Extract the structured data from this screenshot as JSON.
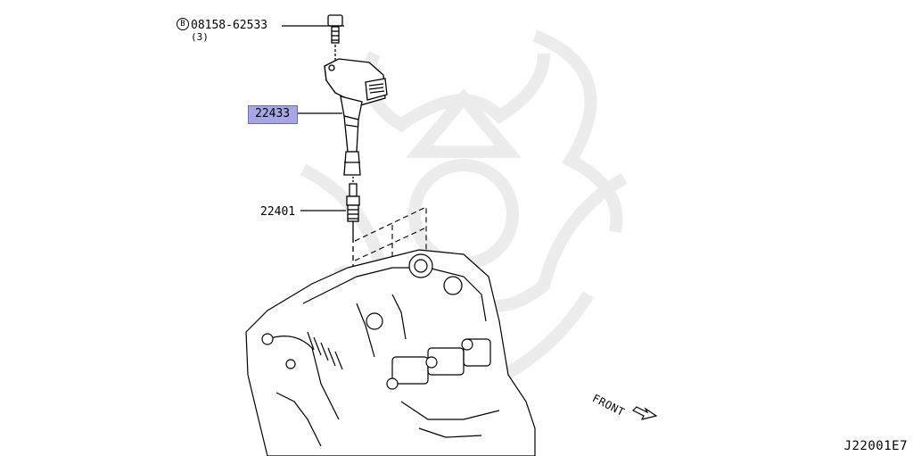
{
  "callouts": {
    "bolt": {
      "circle_letter": "B",
      "part_number": "08158-62533",
      "quantity": "(3)"
    },
    "ignition_coil": {
      "part_number": "22433",
      "highlight_color": "#a7a6e4"
    },
    "spark_plug": {
      "part_number": "22401"
    }
  },
  "orientation": {
    "label": "FRONT"
  },
  "diagram_code": "J22001E7",
  "icons": [
    "bolt-icon",
    "ignition-coil-icon",
    "spark-plug-icon",
    "engine-block-icon",
    "watermark-logo",
    "front-arrow-icon"
  ]
}
